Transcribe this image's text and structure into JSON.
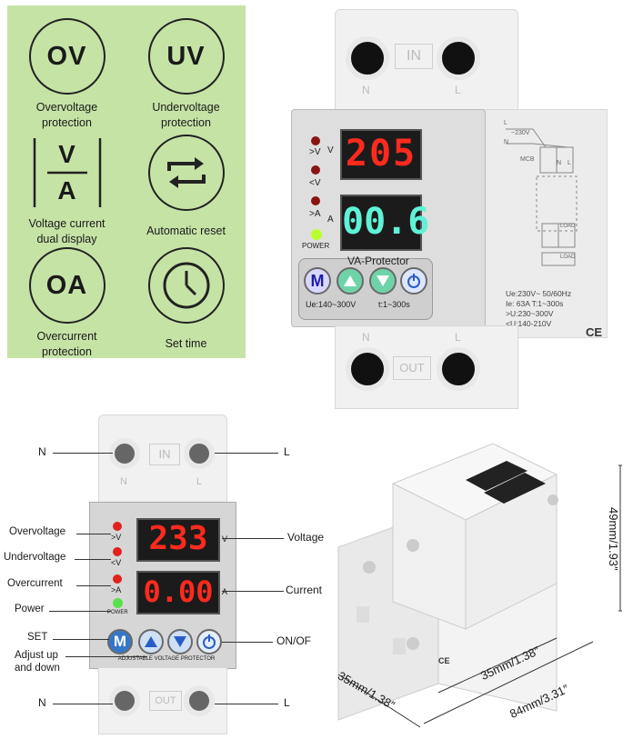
{
  "features": [
    {
      "code": "OV",
      "caption": [
        "Overvoltage",
        "protection"
      ]
    },
    {
      "code": "UV",
      "caption": [
        "Undervoltage",
        "protection"
      ]
    },
    {
      "code": "V/A",
      "caption": [
        "Voltage current",
        "dual display"
      ],
      "icon": "va-icon"
    },
    {
      "code": "",
      "caption": [
        "Automatic reset"
      ],
      "icon": "repeat-icon"
    },
    {
      "code": "OA",
      "caption": [
        "Overcurrent",
        "protection"
      ]
    },
    {
      "code": "",
      "caption": [
        "Set time"
      ],
      "icon": "clock-icon"
    }
  ],
  "va_letters": {
    "v": "V",
    "a": "A"
  },
  "product_top": {
    "in_label": "IN",
    "out_label": "OUT",
    "n": "N",
    "l": "L",
    "voltage_display": "205",
    "current_display": "00.6",
    "indicators": [
      ">V",
      "<V",
      ">A"
    ],
    "power": "POWER",
    "v_unit": "V",
    "a_unit": "A",
    "brand": "VA-Protector",
    "range_left": "Ue:140~300V",
    "range_right": "t:1~300s",
    "button_m": "M",
    "specs": [
      "Ue:230V~  50/60Hz",
      "Ie:  63A   T:1~300s",
      ">U:230~300V",
      "<U:140-210V"
    ],
    "ce": "CE",
    "wiring": {
      "l": "L",
      "v": "~230V",
      "n": "N",
      "mcb": "MCB",
      "load": "LOAD",
      "n2": "N",
      "l2": "L"
    }
  },
  "product_left": {
    "in_label": "IN",
    "out_label": "OUT",
    "voltage_display": "233",
    "current_display": "0.00",
    "units": [
      ">V",
      "<V",
      ">A"
    ],
    "power": "POWER",
    "v_unit": "V",
    "a_unit": "A",
    "bottom_text": "ADJUSTABLE VOLTAGE PROTECTOR",
    "button_m": "M",
    "callouts_left": [
      "N",
      "Overvoltage",
      "Undervoltage",
      "Overcurrent",
      "Power",
      "SET",
      "Adjust up",
      "and down",
      "N"
    ],
    "callouts_right": [
      "L",
      "Voltage",
      "Current",
      "ON/OF",
      "L"
    ],
    "terminal_n": "N",
    "terminal_l": "L"
  },
  "product_right": {
    "height": "49mm/1.93″",
    "width": "35mm/1.38″",
    "length": "84mm/3.31″",
    "depth": "35mm/1.38″",
    "ce": "CE"
  },
  "colors": {
    "panel": "#c6e3a6",
    "led_red": "#e0211d",
    "led_green": "#58e04a",
    "seg_red": "#ff2a1e",
    "seg_teal": "#5ff2d6",
    "btn_blue": "#3477c8",
    "btn_teal": "#4fbf9c"
  }
}
